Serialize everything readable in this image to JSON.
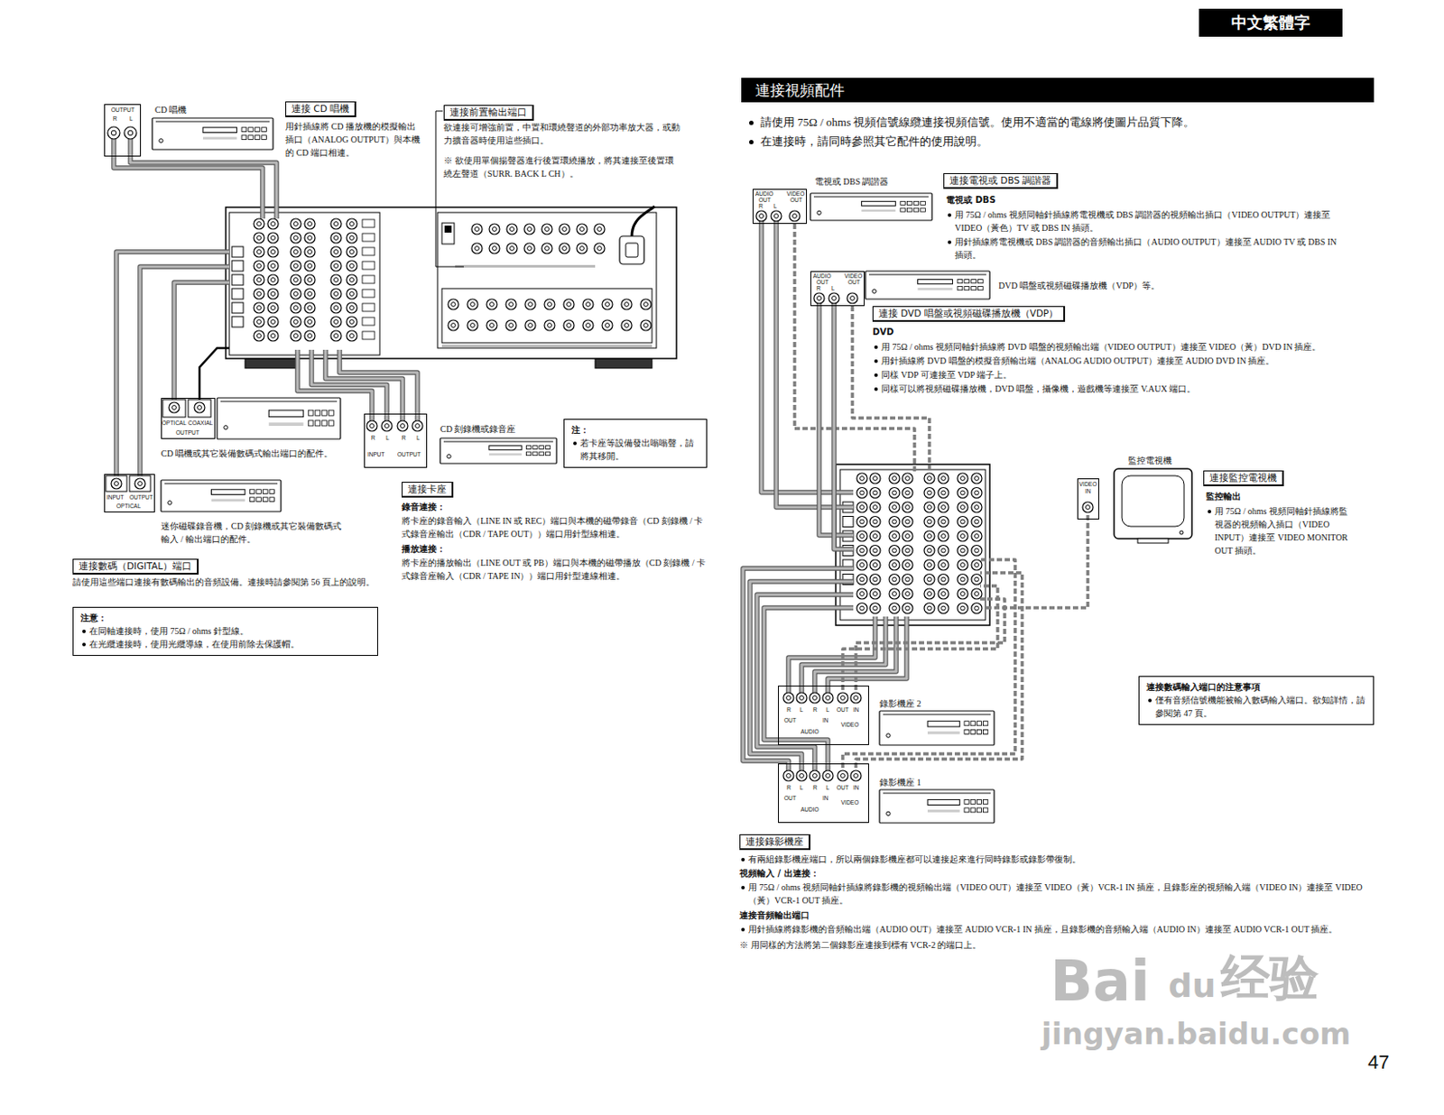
{
  "diagram": {
    "nodes": [
      {
        "text": [
          "OUTPUT",
          "R",
          "L"
        ]
      },
      {
        "text": [
          "連接 CD 唱機"
        ]
      },
      {
        "text": [
          "連接前置輸出端口"
        ]
      },
      {
        "text": [
          "OPTICAL",
          "COAXIAL",
          "OUTPUT"
        ]
      },
      {
        "text": [
          "R",
          "L",
          "R",
          "L",
          "INPUT",
          "OUTPUT"
        ]
      },
      {
        "text": [
          "注：",
          "若卡座等設備發出嗡嗡聲，請將其移開。"
        ]
      },
      {
        "text": [
          "INPUT",
          "OUTPUT",
          "OPTICAL"
        ]
      },
      {
        "text": [
          "連接卡座"
        ]
      },
      {
        "text": [
          "連接數碼（DIGITAL）端口"
        ]
      },
      {
        "text": [
          "注意：",
          "在同軸連接時，使用 75Ω / ohms 針型線。",
          "在光纜連接時，使用光纜導線，在使用前除去保護帽。"
        ]
      },
      {
        "text": [
          "中文繁體字"
        ]
      },
      {
        "text": [
          "連接視頻配件"
        ]
      },
      {
        "text": [
          "AUDIO",
          "OUT",
          "R",
          "L",
          "VIDEO",
          "OUT"
        ]
      },
      {
        "text": [
          "連接電視或 DBS 調諧器"
        ]
      },
      {
        "text": [
          "AUDIO",
          "OUT",
          "R",
          "L",
          "VIDEO",
          "OUT"
        ]
      },
      {
        "text": [
          "連接 DVD 唱盤或視頻磁碟播放機（VDP）"
        ]
      },
      {
        "text": [
          "VIDEO",
          "IN"
        ]
      },
      {
        "text": [
          "連接監控電視機"
        ]
      },
      {
        "text": [
          "連接數碼輸入端口的注意事項",
          "僅有音頻信號機能被輸入數碼輸入端口。欲知詳情，請參閱第 47 頁。"
        ]
      },
      {
        "text": [
          "R",
          "L",
          "R",
          "L",
          "OUT",
          "IN",
          "OUT",
          "AUDIO",
          "IN",
          "VIDEO"
        ]
      },
      {
        "text": [
          "R",
          "L",
          "R",
          "L",
          "OUT",
          "IN",
          "OUT",
          "AUDIO",
          "IN",
          "VIDEO"
        ]
      },
      {
        "text": [
          "連接錄影機座"
        ]
      }
    ],
    "labels": [
      "CD 唱機",
      "用針插線將 CD 播放機的模擬輸出插口（ANALOG OUTPUT）與本機的 CD 端口相連。",
      "欲連接可增強前置，中置和環繞聲道的外部功率放大器，或動力擴音器時使用這些插口。",
      "※ 欲使用單個揚聲器進行後置環繞播放，將其連接至後置環繞左聲道（SURR. BACK L CH）。",
      "CD 唱機或其它裝備數碼式輸出端口的配件。",
      "CD 刻錄機或錄音座",
      "迷你磁碟錄音機，CD 刻錄機或其它裝備數碼式輸入 / 輸出端口的配件。",
      "錄音連接：",
      "將卡座的錄音輸入（LINE IN 或 REC）端口與本機的磁帶錄音（CD 刻錄機 / 卡式錄音座輸出（CDR / TAPE OUT））端口用針型線相連。",
      "播放連接：",
      "將卡座的播放輸出（LINE OUT 或 PB）端口與本機的磁帶播放（CD 刻錄機 / 卡式錄音座輸入（CDR / TAPE IN））端口用針型連線相連。",
      "請使用這些端口連接有數碼輸出的音頻設備。連接時請參閱第 56 頁上的說明。",
      "請使用 75Ω / ohms 視頻信號線纜連接視頻信號。使用不適當的電線將使圖片品質下降。",
      "在連接時，請同時參照其它配件的使用說明。",
      "電視或 DBS 調諧器",
      "電視或 DBS",
      "用 75Ω / ohms 視頻同軸針插線將電視機或 DBS 調諧器的視頻輸出插口（VIDEO OUTPUT）連接至 VIDEO（黃色）TV 或 DBS IN 插頭。",
      "用針插線將電視機或 DBS 調諧器的音頻輸出插口（AUDIO OUTPUT）連接至 AUDIO TV 或 DBS IN 插頭。",
      "DVD 唱盤或視頻磁碟播放機（VDP）等。",
      "DVD",
      "用 75Ω / ohms 視頻同軸針插線將 DVD 唱盤的視頻輸出端（VIDEO OUTPUT）連接至 VIDEO（黃）DVD IN 插座。",
      "用針插線將 DVD 唱盤的模擬音頻輸出端（ANALOG AUDIO OUTPUT）連接至 AUDIO DVD IN 插座。",
      "同樣 VDP 可連接至 VDP 端子上。",
      "同樣可以將視頻磁碟播放機，DVD 唱盤，攝像機，遊戲機等連接至 V.AUX 端口。",
      "監控電視機",
      "監控輸出",
      "用 75Ω / ohms 視頻同軸針插線將監視器的視頻輸入插口（VIDEO INPUT）連接至 VIDEO MONITOR OUT 插頭。",
      "錄影機座 2",
      "錄影機座 1",
      "有兩組錄影機座端口，所以兩個錄影機座都可以連接起來進行同時錄影或錄影帶復制。",
      "視頻輸入 / 出連接：",
      "用 75Ω / ohms 視頻同軸針插線將錄影機的視頻輸出端（VIDEO OUT）連接至 VIDEO（黃）VCR-1 IN 插座，且錄影座的視頻輸入端（VIDEO IN）連接至 VIDEO（黃）VCR-1 OUT 插座。",
      "連接音頻輸出端口",
      "用針插線將錄影機的音頻輸出端（AUDIO OUT）連接至 AUDIO VCR-1 IN 插座，且錄影機的音頻輸入端（AUDIO IN）連接至 AUDIO VCR-1 OUT 插座。",
      "※ 用同樣的方法將第二個錄影座連接到標有 VCR-2 的端口上。",
      "47",
      "Bai",
      "du",
      "经验",
      "jingyan.baidu.com"
    ]
  }
}
